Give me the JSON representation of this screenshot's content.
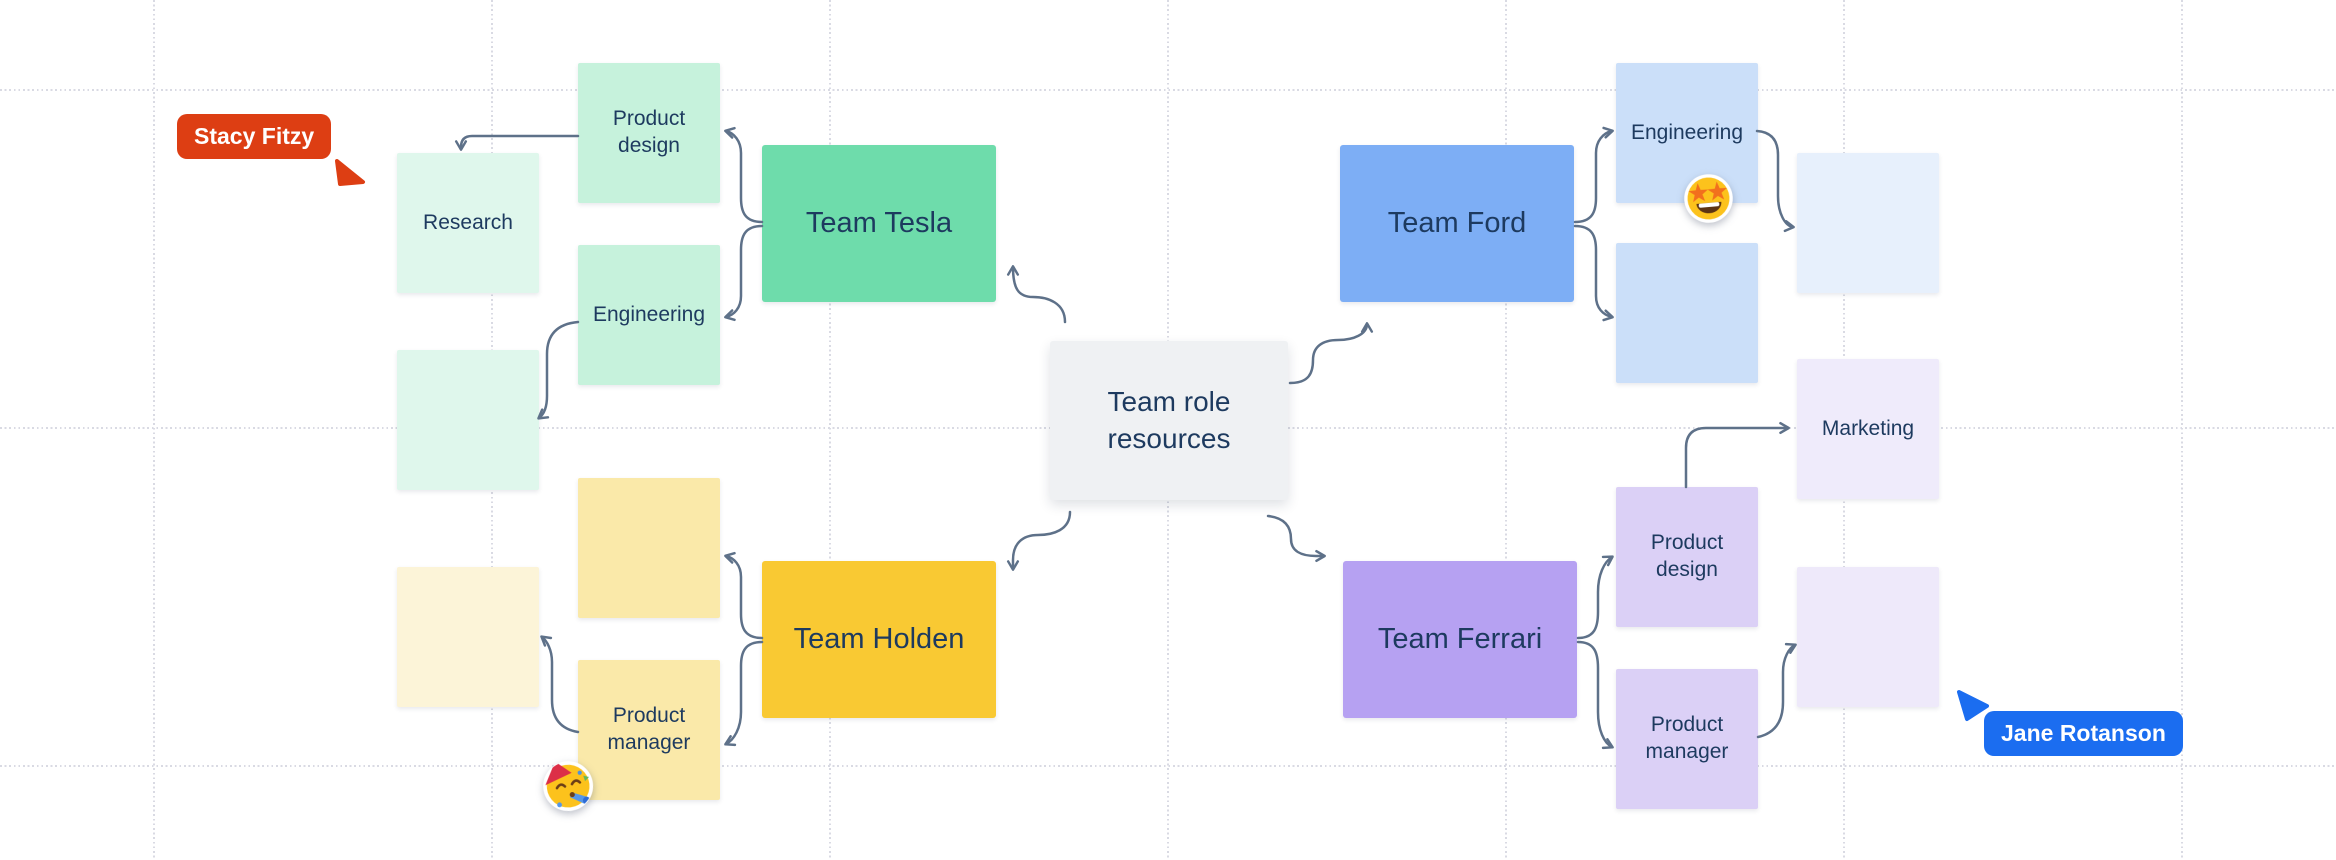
{
  "board": {
    "center_node": {
      "label": "Team role resources",
      "fill": "#eff1f3"
    },
    "teams": {
      "tesla": {
        "label": "Team Tesla",
        "fill": "#6edcab"
      },
      "ford": {
        "label": "Team Ford",
        "fill": "#7daef5"
      },
      "holden": {
        "label": "Team Holden",
        "fill": "#f9c933"
      },
      "ferrari": {
        "label": "Team Ferrari",
        "fill": "#b6a1f2"
      }
    },
    "stickies": {
      "research": {
        "label": "Research",
        "fill": "#dff7ec"
      },
      "mint_blank": {
        "label": "",
        "fill": "#dff7ec"
      },
      "product_design_left": {
        "label": "Product design",
        "fill": "#c6f2dc"
      },
      "engineering_left": {
        "label": "Engineering",
        "fill": "#c6f2dc"
      },
      "engineering_right": {
        "label": "Engineering",
        "fill": "#cbdff9"
      },
      "blue_blank": {
        "label": "",
        "fill": "#cbdff9"
      },
      "pale_blue_blank": {
        "label": "",
        "fill": "#e7f0fc"
      },
      "marketing": {
        "label": "Marketing",
        "fill": "#efebfb"
      },
      "product_design_right": {
        "label": "Product design",
        "fill": "#dbd0f6"
      },
      "product_manager_right": {
        "label": "Product manager",
        "fill": "#dbd0f6"
      },
      "pale_lavender_blank": {
        "label": "",
        "fill": "#eee9fa"
      },
      "yellow_blank": {
        "label": "",
        "fill": "#fae9a9"
      },
      "product_manager_left": {
        "label": "Product manager",
        "fill": "#fae9a9"
      },
      "pale_yellow_blank": {
        "label": "",
        "fill": "#fcf4d8"
      }
    },
    "collaborators": {
      "stacy": {
        "name": "Stacy Fitzy",
        "color": "#dd3e13"
      },
      "jane": {
        "name": "Jane Rotanson",
        "color": "#1b6df0"
      }
    },
    "stickers": {
      "star_struck": {
        "name": "star-struck-emoji"
      },
      "partying": {
        "name": "partying-face-emoji"
      }
    },
    "style": {
      "text_color": "#1d3a5f",
      "connector_color": "#5e7189",
      "grid_color": "#d9dae3",
      "background": "#ffffff"
    }
  }
}
